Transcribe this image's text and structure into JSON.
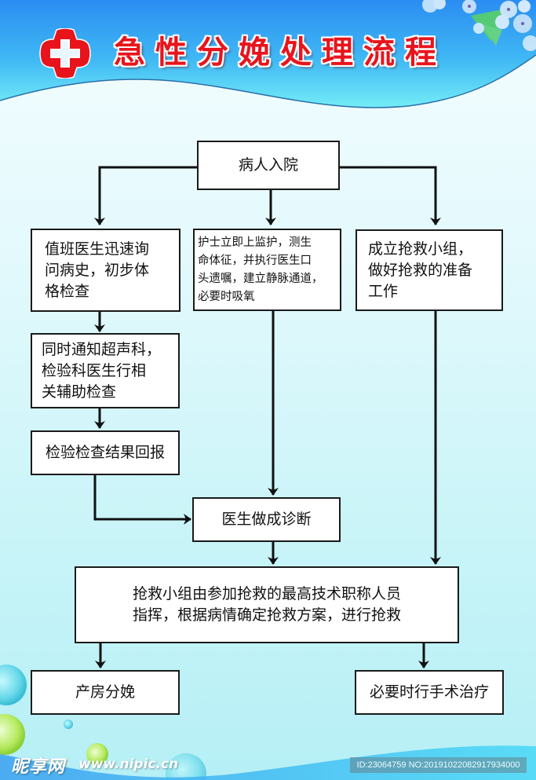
{
  "header": {
    "title": "急性分娩处理流程",
    "logo_icon": "red-cross-icon",
    "colors": {
      "title": "#e8141c",
      "banner_top": "#2d8ff0",
      "banner_bottom": "#6fe7f5",
      "logo": "#e8141c"
    }
  },
  "flowchart": {
    "nodes": {
      "admission": "病人入院",
      "doctor_history": [
        "值班医生迅速询",
        "问病史，初步体",
        "格检查"
      ],
      "nurse_monitor": [
        "护士立即上监护，测生",
        "命体征，并执行医生口",
        "头遗嘱，建立静脉通道，",
        "必要时吸氧"
      ],
      "rescue_team": [
        "成立抢救小组，",
        "做好抢救的准备",
        "工作"
      ],
      "notify_depts": [
        "同时通知超声科，",
        "检验科医生行相",
        "关辅助检查"
      ],
      "lab_results": "检验检查结果回报",
      "diagnosis": "医生做成诊断",
      "rescue_command": [
        "抢救小组由参加抢救的最高技术职称人员",
        "指挥，根据病情确定抢救方案，进行抢救"
      ],
      "delivery_room": "产房分娩",
      "surgery": "必要时行手术治疗"
    },
    "edges": [
      [
        "admission",
        "doctor_history"
      ],
      [
        "admission",
        "nurse_monitor"
      ],
      [
        "admission",
        "rescue_team"
      ],
      [
        "doctor_history",
        "notify_depts"
      ],
      [
        "notify_depts",
        "lab_results"
      ],
      [
        "lab_results",
        "diagnosis"
      ],
      [
        "nurse_monitor",
        "diagnosis"
      ],
      [
        "diagnosis",
        "rescue_command"
      ],
      [
        "rescue_team",
        "rescue_command"
      ],
      [
        "rescue_command",
        "delivery_room"
      ],
      [
        "rescue_command",
        "surgery"
      ]
    ]
  },
  "footer": {
    "watermark_logo": "昵享网",
    "watermark_url": "www.nipic.cn",
    "id_text": "ID:23064759 NO:20191022082917934000"
  }
}
